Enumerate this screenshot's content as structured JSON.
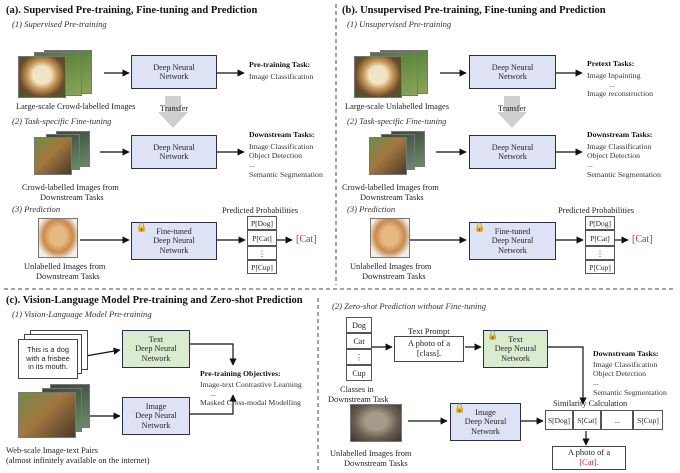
{
  "panel_a": {
    "title": "(a). Supervised Pre-training, Fine-tuning and Prediction",
    "step1": "(1) Supervised Pre-training",
    "dataset1": "Large-scale Crowd-labelled Images",
    "net1": [
      "Deep Neural",
      "Network"
    ],
    "task1_head": "Pre-training Task:",
    "task1_items": [
      "Image Classification"
    ],
    "transfer": "Transfer",
    "step2": "(2) Task-specific Fine-tuning",
    "dataset2": [
      "Crowd-labelled Images from",
      "Downstream Tasks"
    ],
    "net2": [
      "Deep Neural",
      "Network"
    ],
    "task2_head": "Downstream Tasks:",
    "task2_items": [
      "Image Classification",
      "Object Detection",
      "...",
      "Semantic Segmentation"
    ],
    "step3": "(3) Prediction",
    "dataset3": [
      "Unlabelled Images from",
      "Downstream Tasks"
    ],
    "net3": [
      "Fine-tuned",
      "Deep Neural",
      "Network"
    ],
    "probs_title": "Predicted Probabilities",
    "probs": [
      "P[Dog]",
      "P[Cat]",
      "⋮",
      "P[Cup]"
    ],
    "result": "[Cat]"
  },
  "panel_b": {
    "title": "(b). Unsupervised Pre-training, Fine-tuning and Prediction",
    "step1": "(1) Unsupervised Pre-training",
    "dataset1": "Large-scale Unlabelled Images",
    "net1": [
      "Deep Neural",
      "Network"
    ],
    "task1_head": "Pretext Tasks:",
    "task1_items": [
      "Image Inpainting",
      "...",
      "Image reconstruction"
    ],
    "transfer": "Transfer",
    "step2": "(2) Task-specific Fine-tuning",
    "dataset2": [
      "Crowd-labelled Images from",
      "Downstream Tasks"
    ],
    "net2": [
      "Deep Neural",
      "Network"
    ],
    "task2_head": "Downstream Tasks:",
    "task2_items": [
      "Image Classification",
      "Object Detection",
      "...",
      "Semantic Segmentation"
    ],
    "step3": "(3) Prediction",
    "dataset3": [
      "Unlabelled Images from",
      "Downstream Tasks"
    ],
    "net3": [
      "Fine-tuned",
      "Deep Neural",
      "Network"
    ],
    "probs_title": "Predicted Probabilities",
    "probs": [
      "P[Dog]",
      "P[Cat]",
      "⋮",
      "P[Cup]"
    ],
    "result": "[Cat]"
  },
  "panel_c": {
    "title": "(c). Vision-Language Model Pre-training and Zero-shot Prediction",
    "step1": "(1) Vision-Language Model Pre-training",
    "text_card": [
      "This is a dog",
      "with a frisbee",
      "in its mouth."
    ],
    "text_net": [
      "Text",
      "Deep Neural",
      "Network"
    ],
    "image_net": [
      "Image",
      "Deep Neural",
      "Network"
    ],
    "objectives_head": "Pre-training Objectives:",
    "objectives_items": [
      "Image-text Contrastive Learning",
      "...",
      "Masked Cross-modal Modelling"
    ],
    "pairs_caption": [
      "Web-scale Image-text Pairs",
      "(almost infinitely available on the internet)"
    ],
    "step2": "(2) Zero-shot Prediction without Fine-tuning",
    "classes": [
      "Dog",
      "Cat",
      "⋮",
      "Cup"
    ],
    "classes_caption": [
      "Classes in",
      "Downstream Task"
    ],
    "prompt_label": "Text Prompt",
    "prompt_box": [
      "A photo of a",
      "[class]."
    ],
    "zs_text_net": [
      "Text",
      "Deep Neural",
      "Network"
    ],
    "downstream_head": "Downstream Tasks:",
    "downstream_items": [
      "Image Classification",
      "Object Detection",
      "...",
      "Semantic Segmentation"
    ],
    "similarity_label": "Similarity Calculation",
    "scores": [
      "S[Dog]",
      "S[Cat]",
      "...",
      "S[Cup]"
    ],
    "zs_image_net": [
      "Image",
      "Deep Neural",
      "Network"
    ],
    "unlabelled_caption": [
      "Unlabelled Images from",
      "Downstream Tasks"
    ],
    "output_prefix": "A photo of a",
    "output_class": "[Cat].",
    "output_suffix": ""
  },
  "icons": {
    "lock": "lock-icon",
    "arrow_down": "down-arrow-icon"
  },
  "colors": {
    "network_blue": "#dde3f4",
    "network_green": "#d9ecd0",
    "highlight_pink": "#f5c6c6",
    "result_red": "#d62424",
    "border": "#2b2b55"
  }
}
